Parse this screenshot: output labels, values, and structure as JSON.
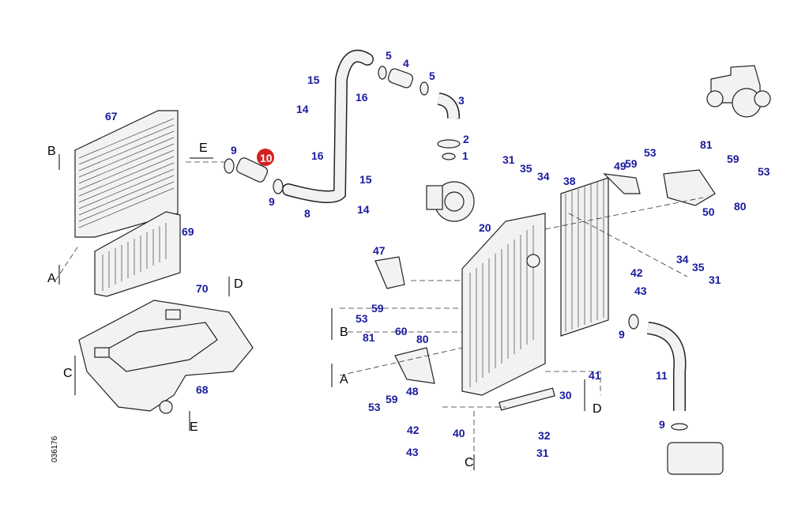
{
  "diagram": {
    "drawing_number": "036176",
    "highlight_color": "#d42020",
    "callout_color": "#1a1a9e",
    "highlighted_part": "10",
    "callouts": [
      "67",
      "9",
      "10",
      "9",
      "8",
      "16",
      "15",
      "14",
      "16",
      "5",
      "4",
      "5",
      "3",
      "2",
      "1",
      "15",
      "14",
      "20",
      "31",
      "35",
      "34",
      "38",
      "49",
      "53",
      "59",
      "81",
      "59",
      "53",
      "50",
      "80",
      "69",
      "70",
      "47",
      "59",
      "53",
      "34",
      "35",
      "31",
      "42",
      "43",
      "60",
      "81",
      "80",
      "48",
      "59",
      "53",
      "9",
      "11",
      "41",
      "30",
      "42",
      "40",
      "32",
      "31",
      "43",
      "9",
      "68"
    ],
    "arrow_letters": [
      "B",
      "A",
      "E",
      "D",
      "C",
      "E",
      "B",
      "A",
      "D",
      "C"
    ]
  }
}
